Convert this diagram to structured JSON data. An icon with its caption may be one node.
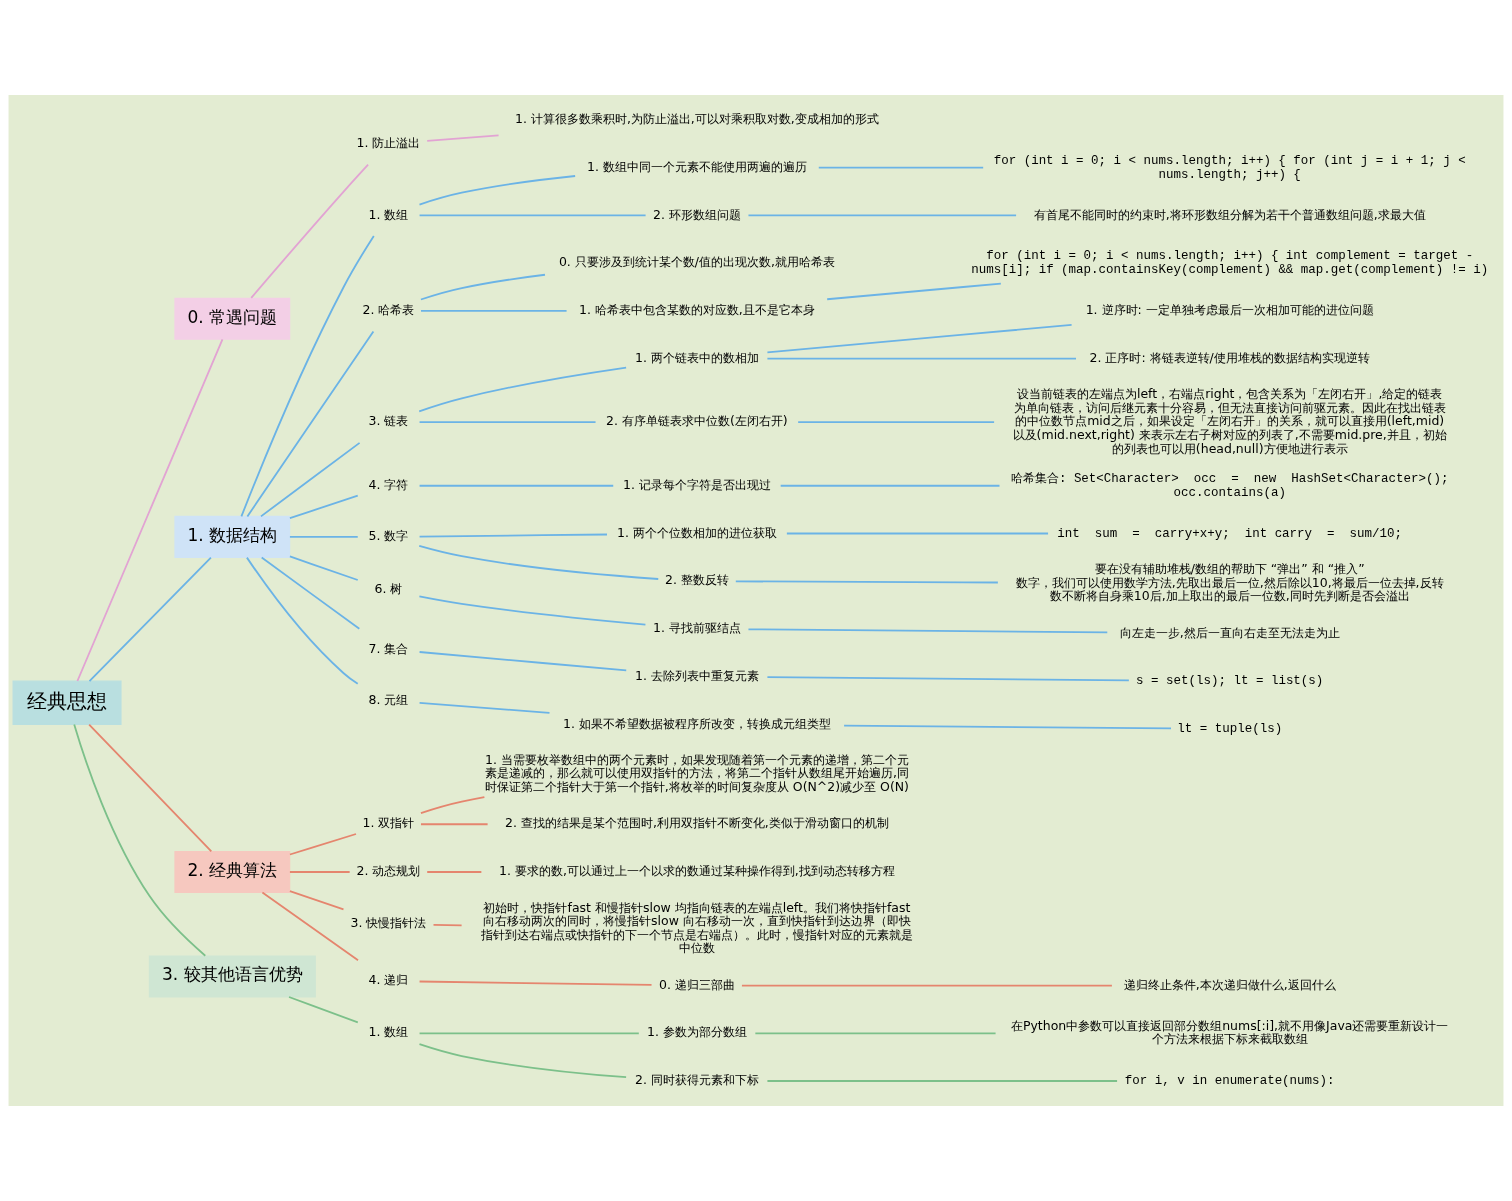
{
  "diagram": {
    "nodes": [
      {
        "text": [
          "经典思想"
        ]
      },
      {
        "text": [
          "0. 常遇问题"
        ]
      },
      {
        "text": [
          "1. 防止溢出"
        ]
      },
      {
        "text": [
          "1. 计算很多数乘积时,为防止溢出,可以对乘积取对数,变成相加的形式"
        ]
      },
      {
        "text": [
          "1. 数据结构"
        ]
      },
      {
        "text": [
          "1. 数组"
        ]
      },
      {
        "text": [
          "1. 数组中同一个元素不能使用两遍的遍历"
        ]
      },
      {
        "text": [
          "for (int i = 0; i < nums.length; i++) { for (int j = i + 1; j < nums.length; j++) {"
        ]
      },
      {
        "text": [
          "2. 环形数组问题"
        ]
      },
      {
        "text": [
          "有首尾不能同时的约束时,将环形数组分解为若干个普通数组问题,求最大值"
        ]
      },
      {
        "text": [
          "2. 哈希表"
        ]
      },
      {
        "text": [
          "0. 只要涉及到统计某个数/值的出现次数,就用哈希表"
        ]
      },
      {
        "text": [
          "1. 哈希表中包含某数的对应数,且不是它本身"
        ]
      },
      {
        "text": [
          "for (int i = 0; i < nums.length; i++) { int complement = target - nums[i]; if (map.containsKey(complement) && map.get(complement) != i)"
        ]
      },
      {
        "text": [
          "3. 链表"
        ]
      },
      {
        "text": [
          "1. 两个链表中的数相加"
        ]
      },
      {
        "text": [
          "1. 逆序时: 一定单独考虑最后一次相加可能的进位问题"
        ]
      },
      {
        "text": [
          "2. 正序时: 将链表逆转/使用堆栈的数据结构实现逆转"
        ]
      },
      {
        "text": [
          "2. 有序单链表求中位数(左闭右开)"
        ]
      },
      {
        "text": [
          "设当前链表的左端点为left，右端点right，包含关系为「左闭右开」,给定的链表为单向链表，访问后继元素十分容易，但无法直接访问前驱元素。因此在找出链表的中位数节点mid之后，如果设定「左闭右开」的关系，就可以直接用(left,mid) 以及(mid.next,right) 来表示左右子树对应的列表了,不需要mid.pre,并且，初始的列表也可以用(head,null)方便地进行表示"
        ]
      },
      {
        "text": [
          "4. 字符"
        ]
      },
      {
        "text": [
          "1. 记录每个字符是否出现过"
        ]
      },
      {
        "text": [
          "哈希集合: Set<Character>  occ  =  new  HashSet<Character>(); occ.contains(a)"
        ]
      },
      {
        "text": [
          "5. 数字"
        ]
      },
      {
        "text": [
          "1. 两个个位数相加的进位获取"
        ]
      },
      {
        "text": [
          "int  sum  =  carry+x+y;  int carry  =  sum/10;"
        ]
      },
      {
        "text": [
          "2. 整数反转"
        ]
      },
      {
        "text": [
          "要在没有辅助堆栈/数组的帮助下 “弹出” 和 “推入” 数字，我们可以使用数学方法,先取出最后一位,然后除以10,将最后一位去掉,反转数不断将自身乘10后,加上取出的最后一位数,同时先判断是否会溢出"
        ]
      },
      {
        "text": [
          "6. 树"
        ]
      },
      {
        "text": [
          "1. 寻找前驱结点"
        ]
      },
      {
        "text": [
          "向左走一步,然后一直向右走至无法走为止"
        ]
      },
      {
        "text": [
          "7. 集合"
        ]
      },
      {
        "text": [
          "1. 去除列表中重复元素"
        ]
      },
      {
        "text": [
          "s = set(ls); lt = list(s)"
        ]
      },
      {
        "text": [
          "8. 元组"
        ]
      },
      {
        "text": [
          "1. 如果不希望数据被程序所改变，转换成元组类型"
        ]
      },
      {
        "text": [
          "lt = tuple(ls)"
        ]
      },
      {
        "text": [
          "2. 经典算法"
        ]
      },
      {
        "text": [
          "1. 双指针"
        ]
      },
      {
        "text": [
          "1. 当需要枚举数组中的两个元素时，如果发现随着第一个元素的递增，第二个元素是递减的，那么就可以使用双指针的方法，将第二个指针从数组尾开始遍历,同时保证第二个指针大于第一个指针,将枚举的时间复杂度从 O(N^2)减少至 O(N)"
        ]
      },
      {
        "text": [
          "2. 查找的结果是某个范围时,利用双指针不断变化,类似于滑动窗口的机制"
        ]
      },
      {
        "text": [
          "2. 动态规划"
        ]
      },
      {
        "text": [
          "1. 要求的数,可以通过上一个以求的数通过某种操作得到,找到动态转移方程"
        ]
      },
      {
        "text": [
          "3. 快慢指针法"
        ]
      },
      {
        "text": [
          "初始时，快指针fast 和慢指针slow 均指向链表的左端点left。我们将快指针fast 向右移动两次的同时，将慢指针slow 向右移动一次，直到快指针到达边界（即快指针到达右端点或快指针的下一个节点是右端点）。此时，慢指针对应的元素就是中位数"
        ]
      },
      {
        "text": [
          "4. 递归"
        ]
      },
      {
        "text": [
          "0. 递归三部曲"
        ]
      },
      {
        "text": [
          "递归终止条件,本次递归做什么,返回什么"
        ]
      },
      {
        "text": [
          "3. 较其他语言优势"
        ]
      },
      {
        "text": [
          "1. 数组"
        ]
      },
      {
        "text": [
          "1. 参数为部分数组"
        ]
      },
      {
        "text": [
          "在Python中参数可以直接返回部分数组nums[:i],就不用像Java还需要重新设计一个方法来根据下标来截取数组"
        ]
      },
      {
        "text": [
          "2. 同时获得元素和下标"
        ]
      },
      {
        "text": [
          "for i, v in enumerate(nums):"
        ]
      }
    ],
    "edges": [
      {
        "from": 0,
        "to": 1,
        "arrow": "none",
        "color": "#e2a3d3"
      },
      {
        "from": 1,
        "to": 2,
        "arrow": "none",
        "color": "#e2a3d3"
      },
      {
        "from": 2,
        "to": 3,
        "arrow": "none",
        "color": "#e2a3d3"
      },
      {
        "from": 0,
        "to": 4,
        "arrow": "none"
      },
      {
        "from": 4,
        "to": 5,
        "arrow": "none"
      },
      {
        "from": 5,
        "to": 6,
        "arrow": "none"
      },
      {
        "from": 6,
        "to": 7,
        "arrow": "none"
      },
      {
        "from": 5,
        "to": 8,
        "arrow": "none"
      },
      {
        "from": 8,
        "to": 9,
        "arrow": "none"
      },
      {
        "from": 4,
        "to": 10,
        "arrow": "none"
      },
      {
        "from": 10,
        "to": 11,
        "arrow": "none"
      },
      {
        "from": 10,
        "to": 12,
        "arrow": "none"
      },
      {
        "from": 12,
        "to": 13,
        "arrow": "none"
      },
      {
        "from": 4,
        "to": 14,
        "arrow": "none"
      },
      {
        "from": 14,
        "to": 15,
        "arrow": "none"
      },
      {
        "from": 15,
        "to": 16,
        "arrow": "none"
      },
      {
        "from": 15,
        "to": 17,
        "arrow": "none"
      },
      {
        "from": 14,
        "to": 18,
        "arrow": "none"
      },
      {
        "from": 18,
        "to": 19,
        "arrow": "none"
      },
      {
        "from": 4,
        "to": 20,
        "arrow": "none"
      },
      {
        "from": 20,
        "to": 21,
        "arrow": "none"
      },
      {
        "from": 21,
        "to": 22,
        "arrow": "none"
      },
      {
        "from": 4,
        "to": 23,
        "arrow": "none"
      },
      {
        "from": 23,
        "to": 24,
        "arrow": "none"
      },
      {
        "from": 24,
        "to": 25,
        "arrow": "none"
      },
      {
        "from": 23,
        "to": 26,
        "arrow": "none"
      },
      {
        "from": 26,
        "to": 27,
        "arrow": "none"
      },
      {
        "from": 4,
        "to": 28,
        "arrow": "none"
      },
      {
        "from": 28,
        "to": 29,
        "arrow": "none"
      },
      {
        "from": 29,
        "to": 30,
        "arrow": "none"
      },
      {
        "from": 4,
        "to": 31,
        "arrow": "none"
      },
      {
        "from": 31,
        "to": 32,
        "arrow": "none"
      },
      {
        "from": 32,
        "to": 33,
        "arrow": "none"
      },
      {
        "from": 4,
        "to": 34,
        "arrow": "none"
      },
      {
        "from": 34,
        "to": 35,
        "arrow": "none"
      },
      {
        "from": 35,
        "to": 36,
        "arrow": "none"
      },
      {
        "from": 0,
        "to": 37,
        "arrow": "none",
        "color": "#e5856e"
      },
      {
        "from": 37,
        "to": 38,
        "arrow": "none",
        "color": "#e5856e"
      },
      {
        "from": 38,
        "to": 39,
        "arrow": "none",
        "color": "#e5856e"
      },
      {
        "from": 38,
        "to": 40,
        "arrow": "none",
        "color": "#e5856e"
      },
      {
        "from": 37,
        "to": 41,
        "arrow": "none",
        "color": "#e5856e"
      },
      {
        "from": 41,
        "to": 42,
        "arrow": "none",
        "color": "#e5856e"
      },
      {
        "from": 37,
        "to": 43,
        "arrow": "none",
        "color": "#e5856e"
      },
      {
        "from": 43,
        "to": 44,
        "arrow": "none",
        "color": "#e5856e"
      },
      {
        "from": 37,
        "to": 45,
        "arrow": "none",
        "color": "#e5856e"
      },
      {
        "from": 45,
        "to": 46,
        "arrow": "none",
        "color": "#e5856e"
      },
      {
        "from": 46,
        "to": 47,
        "arrow": "none",
        "color": "#e5856e"
      },
      {
        "from": 0,
        "to": 48,
        "arrow": "none",
        "color": "#7cc08a"
      },
      {
        "from": 48,
        "to": 49,
        "arrow": "none",
        "color": "#7cc08a"
      },
      {
        "from": 49,
        "to": 50,
        "arrow": "none",
        "color": "#7cc08a"
      },
      {
        "from": 50,
        "to": 51,
        "arrow": "none",
        "color": "#7cc08a"
      },
      {
        "from": 49,
        "to": 52,
        "arrow": "none",
        "color": "#7cc08a"
      },
      {
        "from": 52,
        "to": 53,
        "arrow": "none",
        "color": "#7cc08a"
      }
    ]
  }
}
